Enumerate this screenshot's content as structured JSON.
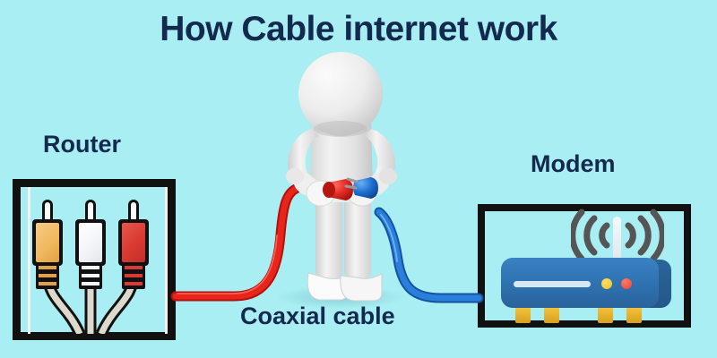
{
  "title": "How Cable internet work",
  "background_color": "#a8eef2",
  "title_color": "#132a4e",
  "labels": {
    "router": "Router",
    "modem": "Modem",
    "coaxial_cable": "Coaxial cable"
  },
  "router": {
    "label": "Router",
    "connectors": [
      {
        "name": "rca-yellow",
        "color": "#f0b860",
        "edge": "#111111"
      },
      {
        "name": "rca-white",
        "color": "#f4f5f8",
        "edge": "#111111"
      },
      {
        "name": "rca-red",
        "color": "#d93a32",
        "edge": "#111111"
      }
    ],
    "cable_color": "#ddd9cc",
    "frame_color": "#111111"
  },
  "modem": {
    "label": "Modem",
    "body_color": "#2e71b0",
    "side_color": "#24588b",
    "lightbar_color": "#d7e8f5",
    "leds": [
      {
        "name": "led-yellow",
        "color": "#f0c02a"
      },
      {
        "name": "led-red",
        "color": "#e8433a"
      }
    ],
    "foot_color": "#d9a01c",
    "antenna_color": "#e4ecf3",
    "wifi_arc_color": "#555555",
    "frame_color": "#111111"
  },
  "figure": {
    "name": "person-holding-plugs",
    "body_color": "#ededed",
    "left_plug": {
      "name": "red-plug",
      "color": "#e02b24"
    },
    "right_plug": {
      "name": "blue-plug",
      "color": "#1d6fd0"
    }
  },
  "cables": {
    "coaxial_red": {
      "color": "#e8251c",
      "from": "router",
      "to": "person-left-hand"
    },
    "coaxial_blue": {
      "color": "#2a7fdd",
      "from": "person-right-hand",
      "to": "modem"
    }
  }
}
